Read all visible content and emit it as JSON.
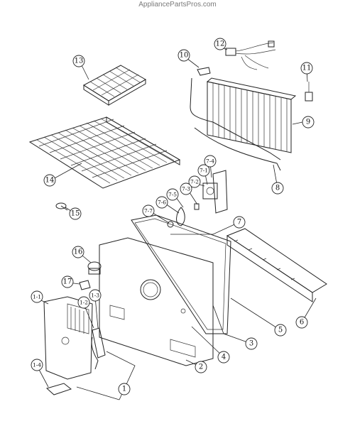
{
  "watermark": "AppliancePartsPros.com",
  "callouts": [
    {
      "id": "c1",
      "label": "1"
    },
    {
      "id": "c2",
      "label": "2"
    },
    {
      "id": "c3",
      "label": "3"
    },
    {
      "id": "c4",
      "label": "4"
    },
    {
      "id": "c5",
      "label": "5"
    },
    {
      "id": "c6",
      "label": "6"
    },
    {
      "id": "c7",
      "label": "7"
    },
    {
      "id": "c8",
      "label": "8"
    },
    {
      "id": "c9",
      "label": "9"
    },
    {
      "id": "c10",
      "label": "10"
    },
    {
      "id": "c11",
      "label": "11"
    },
    {
      "id": "c12",
      "label": "12"
    },
    {
      "id": "c13",
      "label": "13"
    },
    {
      "id": "c14",
      "label": "14"
    },
    {
      "id": "c15",
      "label": "15"
    },
    {
      "id": "c16",
      "label": "16"
    },
    {
      "id": "c17",
      "label": "17"
    },
    {
      "id": "c1_1",
      "label": "1-1"
    },
    {
      "id": "c1_2",
      "label": "1-2"
    },
    {
      "id": "c1_3",
      "label": "1-3"
    },
    {
      "id": "c1_4",
      "label": "1-4"
    },
    {
      "id": "c7_1",
      "label": "7-1"
    },
    {
      "id": "c7_2",
      "label": "7-2"
    },
    {
      "id": "c7_3",
      "label": "7-3"
    },
    {
      "id": "c7_4",
      "label": "7-4"
    },
    {
      "id": "c7_5",
      "label": "7-5"
    },
    {
      "id": "c7_6",
      "label": "7-6"
    },
    {
      "id": "c7_7",
      "label": "7-7"
    }
  ]
}
